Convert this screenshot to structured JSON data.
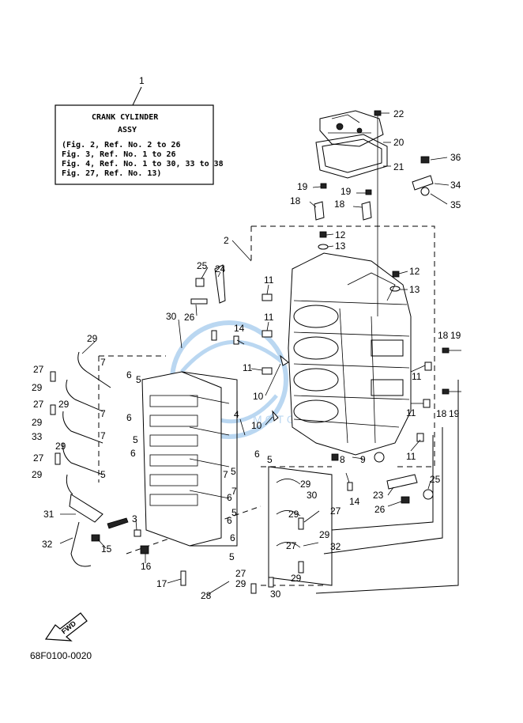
{
  "infobox": {
    "ref": "1",
    "title": "CRANK  CYLINDER",
    "subtitle": "ASSY",
    "lines": [
      "(Fig. 2, Ref. No. 2 to 26",
      " Fig. 3, Ref. No. 1 to 26",
      " Fig. 4, Ref. No. 1 to 30, 33 to 38",
      " Fig. 27, Ref. No. 13)"
    ]
  },
  "callouts": [
    "2",
    "3",
    "4",
    "5",
    "6",
    "7",
    "8",
    "9",
    "10",
    "11",
    "12",
    "13",
    "14",
    "15",
    "16",
    "17",
    "18",
    "19",
    "20",
    "21",
    "22",
    "23",
    "24",
    "25",
    "26",
    "27",
    "28",
    "29",
    "30",
    "31",
    "32",
    "33",
    "34",
    "35",
    "36"
  ],
  "fwd_label": "FWD",
  "diagram_code": "68F0100-0020",
  "watermark": {
    "brand": "MOTOR PARTS",
    "brand_color": "#3b8fd9"
  }
}
